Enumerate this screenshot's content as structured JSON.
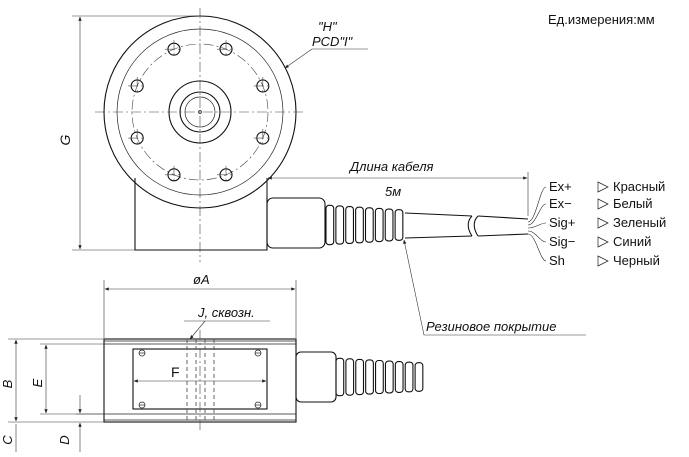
{
  "units_note": "Ед.измерения:мм",
  "labels": {
    "h_label": "\"H\"",
    "pcd_label": "PCD\"I\"",
    "g": "G",
    "cable_length_label": "Длина кабеля",
    "cable_length_value": "5м",
    "rubber_cover": "Резиновое покрытие",
    "dia_a": "øA",
    "through_hole": "J, сквозн.",
    "f": "F",
    "b": "B",
    "e": "E",
    "c": "C",
    "d": "D"
  },
  "wires": [
    {
      "signal": "Ex+",
      "color": "Красный"
    },
    {
      "signal": "Ex−",
      "color": "Белый"
    },
    {
      "signal": "Sig+",
      "color": "Зеленый"
    },
    {
      "signal": "Sig−",
      "color": "Синий"
    },
    {
      "signal": "Sh",
      "color": "Черный"
    }
  ]
}
